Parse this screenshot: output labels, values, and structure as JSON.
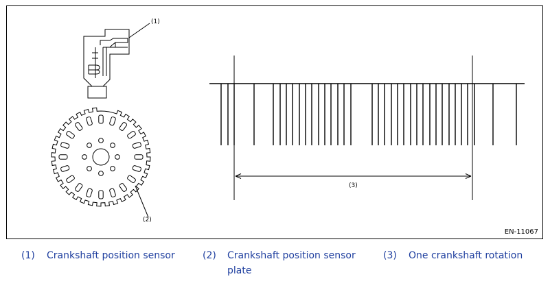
{
  "figure": {
    "figure_id": "EN-11067",
    "callouts": {
      "sensor": "(1)",
      "plate": "(2)",
      "rotation": "(3)"
    }
  },
  "legend": [
    {
      "number": "(1)",
      "text": "Crankshaft position sensor"
    },
    {
      "number": "(2)",
      "text": "Crankshaft position sensor plate"
    },
    {
      "number": "(3)",
      "text": "One crankshaft rotation"
    }
  ],
  "colors": {
    "legend_text": "#1f3f9f",
    "line": "#000000"
  }
}
